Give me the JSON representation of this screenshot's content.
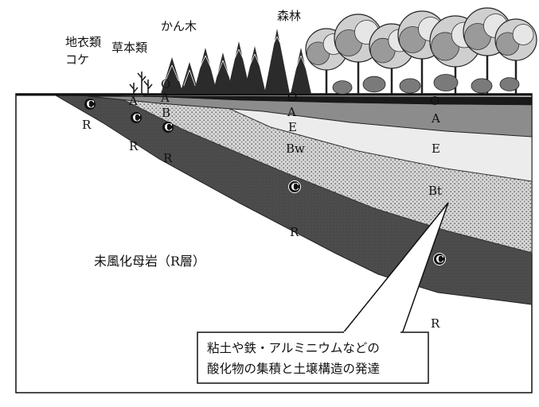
{
  "vegetation_labels": {
    "lichen_line1": "地衣類",
    "lichen_line2": "コケ",
    "herb": "草本類",
    "shrub": "かん木",
    "forest": "森林"
  },
  "horizons": {
    "lichen_col": [
      "C",
      "R"
    ],
    "herb_col": [
      "A",
      "C",
      "R"
    ],
    "shrub_col": [
      "O",
      "A",
      "B",
      "C",
      "R"
    ],
    "forest_col_mid": [
      "O",
      "A",
      "E",
      "Bw",
      "C",
      "R"
    ],
    "forest_col_right": [
      "O",
      "A",
      "E",
      "Bt",
      "C",
      "R"
    ]
  },
  "bedrock_label": "未風化母岩（R層）",
  "callout": {
    "line1": "粘土や鉄・アルミニウムなどの",
    "line2": "酸化物の集積と土壌構造の発達"
  },
  "colors": {
    "O_layer": "#1a1a1a",
    "A_layer": "#8c8c8c",
    "E_layer": "#ececec",
    "B_layer": "#c9c9c9",
    "C_layer": "#4a4a4a",
    "R_layer": "#ffffff"
  }
}
